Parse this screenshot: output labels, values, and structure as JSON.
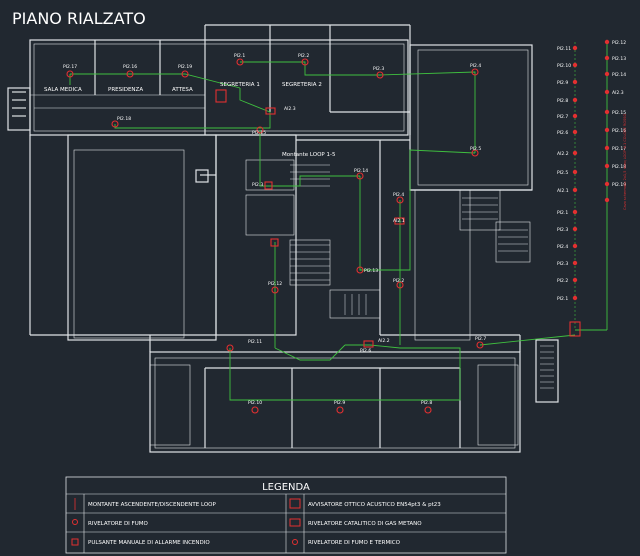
{
  "title": "PIANO RIALZATO",
  "rooms": {
    "sala_medica": "SALA MEDICA",
    "presidenza": "PRESIDENZA",
    "attesa": "ATTESA",
    "segreteria1": "SEGRETERIA 1",
    "segreteria2": "SEGRETERIA 2",
    "montante": "Montante LOOP 1-5"
  },
  "detectors": {
    "d17": "PI2.17",
    "d16": "PI2.16",
    "d19": "PI2.19",
    "d18": "PI2.18",
    "d15": "PI2.15",
    "d1": "PI2.1",
    "d2": "PI2.2",
    "a3": "AI2.3",
    "d3": "PI2.3",
    "d4": "PI2.4",
    "d5": "PI2.5",
    "d14": "PI2.14",
    "d13": "PI2.13",
    "d12": "PI2.12",
    "d11": "PI2.11",
    "d10": "PI2.10",
    "d9": "PI2.9",
    "d8": "PI2.8",
    "d7": "PI2.7",
    "d6": "PI2.6",
    "a2": "AI2.2",
    "a1": "AI2.1",
    "d4b": "PI2.4",
    "d2b": "PI2.2",
    "d1b": "PI2.1"
  },
  "riser": {
    "left": [
      "PI2.11",
      "PI2.10",
      "PI2.9",
      "PI2.8",
      "PI2.7",
      "PI2.6",
      "AI2.2",
      "PI2.5",
      "AI2.1",
      "PI2.1",
      "PI2.3",
      "PI2.4",
      "PI2.3",
      "PI2.2",
      "PI2.1"
    ],
    "right": [
      "PI2.12",
      "PI2.13",
      "PI2.14",
      "AI2.3",
      "PI2.15",
      "PI2.16",
      "PI2.17",
      "PI2.18",
      "PI2.19"
    ],
    "vertical_note": "Cavo schermato 2x1,5 mmq LOOP N.1 COLORE ROSSO"
  },
  "legend": {
    "title": "LEGENDA",
    "items": [
      "MONTANTE ASCENDENTE/DISCENDENTE LOOP",
      "AVVISATORE OTTICO ACUSTICO EN54pt3 & pt23",
      "RIVELATORE DI FUMO",
      "RIVELATORE CATALITICO DI GAS METANO",
      "PULSANTE MANUALE DI ALLARME INCENDIO",
      "RIVELATORE DI FUMO E TERMICO"
    ]
  },
  "colors": {
    "background": "#212830",
    "walls": "#e6e8ea",
    "loop": "#3fbf3f",
    "device": "#e23030"
  }
}
